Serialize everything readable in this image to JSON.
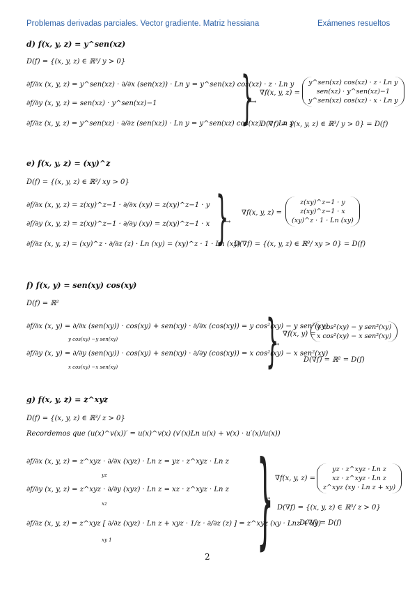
{
  "header": {
    "left": "Problemas derivadas parciales. Vector gradiente. Matriz hessiana",
    "right": "Exámenes resueltos"
  },
  "sections": {
    "d": {
      "title": "d) f(x, y, z) = y^sen(xz)",
      "domain": "D(f) = {(x, y, z) ∈ ℝ³/ y > 0}",
      "eq1": "∂f/∂x (x, y, z) = y^sen(xz) · ∂/∂x (sen(xz)) · Ln y = y^sen(xz) cos(xz) · z · Ln y",
      "eq2": "∂f/∂y (x, y, z) = sen(xz) · y^sen(xz)−1",
      "eq3": "∂f/∂z (x, y, z) = y^sen(xz) · ∂/∂z (sen(xz)) · Ln y = y^sen(xz) cos(xz) · x · Ln y",
      "grad_label": "∇f(x, y, z) =",
      "grad": [
        "y^sen(xz) cos(xz) · z · Ln y",
        "sen(xz) · y^sen(xz)−1",
        "y^sen(xz) cos(xz) · x · Ln y"
      ],
      "grad_domain": "D(∇f) = {(x, y, z) ∈ ℝ³/ y > 0} = D(f)"
    },
    "e": {
      "title": "e) f(x, y, z) = (xy)^z",
      "domain": "D(f) = {(x, y, z) ∈ ℝ³/ xy > 0}",
      "eq1": "∂f/∂x (x, y, z) = z(xy)^z−1 · ∂/∂x (xy) = z(xy)^z−1 · y",
      "eq2": "∂f/∂y (x, y, z) = z(xy)^z−1 · ∂/∂y (xy) = z(xy)^z−1 · x",
      "eq3": "∂f/∂z (x, y, z) = (xy)^z · ∂/∂z (z) · Ln (xy) = (xy)^z · 1 · Ln (xy)",
      "grad_label": "∇f(x, y, z) =",
      "grad": [
        "z(xy)^z−1 · y",
        "z(xy)^z−1 · x",
        "(xy)^z · 1 · Ln (xy)"
      ],
      "grad_domain": "D(∇f) = {(x, y, z) ∈ ℝ³/ xy > 0} = D(f)"
    },
    "f": {
      "title": "f) f(x, y) = sen(xy) cos(xy)",
      "domain": "D(f) = ℝ²",
      "eq1": "∂f/∂x (x, y) = ∂/∂x (sen(xy)) · cos(xy) + sen(xy) · ∂/∂x (cos(xy)) = y cos²(xy) − y sen²(xy)",
      "eq1_under": "y cos(xy)          −y sen(xy)",
      "eq2": "∂f/∂y (x, y) = ∂/∂y (sen(xy)) · cos(xy) + sen(xy) · ∂/∂y (cos(xy)) = x cos²(xy) − x sen²(xy)",
      "eq2_under": "x cos(xy)          −x sen(xy)",
      "grad_label": "∇f(x, y) =",
      "grad": [
        "y cos²(xy) − y sen²(xy)",
        "x cos²(xy) − x sen²(xy)"
      ],
      "grad_domain": "D(∇f) = ℝ² = D(f)"
    },
    "g": {
      "title": "g) f(x, y, z) = z^xyz",
      "domain": "D(f) = {(x, y, z) ∈ ℝ³/ z > 0}",
      "recall": "Recordemos que (u(x)^v(x))′ = u(x)^v(x) (v′(x)Ln u(x) + v(x) · u′(x)/u(x))",
      "eq1": "∂f/∂x (x, y, z) = z^xyz · ∂/∂x (xyz) · Ln z = yz · z^xyz · Ln z",
      "eq1_under": "yz",
      "eq2": "∂f/∂y (x, y, z) = z^xyz · ∂/∂y (xyz) · Ln z = xz · z^xyz · Ln z",
      "eq2_under": "xz",
      "eq3": "∂f/∂z (x, y, z) = z^xyz [ ∂/∂z (xyz) · Ln z + xyz · 1/z · ∂/∂z (z) ] = z^xyz (xy · Lnz + xy)",
      "eq3_under": "xy                        1",
      "grad_label": "∇f(x, y, z) =",
      "grad": [
        "yz · z^xyz · Ln z",
        "xz · z^xyz · Ln z",
        "z^xyz (xy · Ln z + xy)"
      ],
      "grad_domain1": "D(∇f) = {(x, y, z) ∈ ℝ³/ z > 0}",
      "grad_domain2": "D(∇f) = D(f)"
    }
  },
  "arrow": "→",
  "page_number": "2"
}
